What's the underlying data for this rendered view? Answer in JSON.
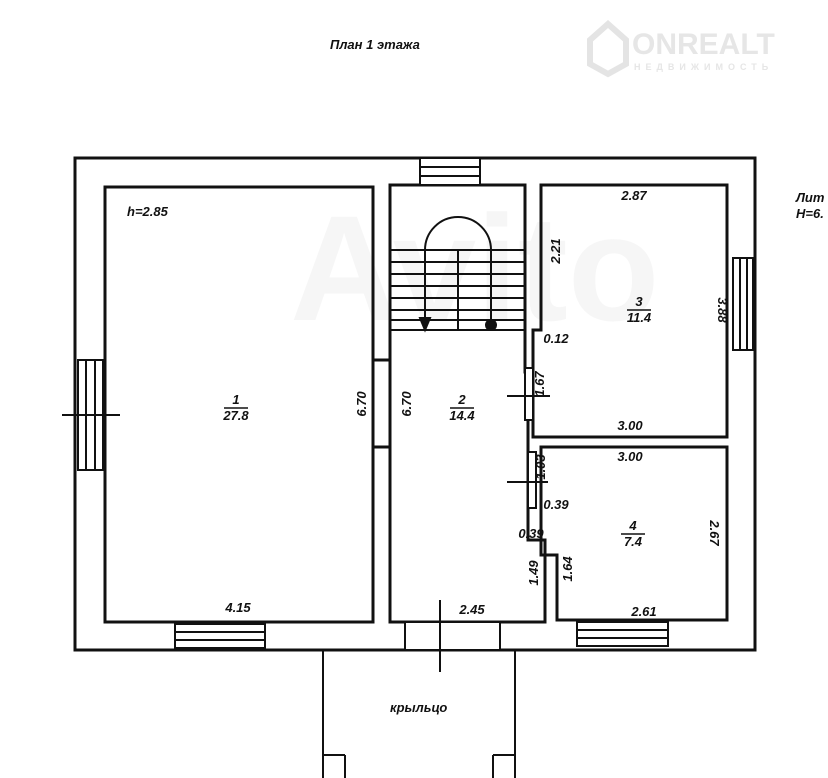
{
  "title": "План 1 этажа",
  "watermark": {
    "brand": "ONREALT",
    "subtitle": "НЕДВИЖИМОСТЬ",
    "overlay": "Avito"
  },
  "lit": {
    "line1": "Лит",
    "line2": "Н=6."
  },
  "rooms": [
    {
      "number": "1",
      "area": "27.8",
      "height": "h=2.85"
    },
    {
      "number": "2",
      "area": "14.4"
    },
    {
      "number": "3",
      "area": "11.4"
    },
    {
      "number": "4",
      "area": "7.4"
    }
  ],
  "dimensions": {
    "r1_width": "4.15",
    "r1_length": "6.70",
    "r2_length": "6.70",
    "r2_width": "2.45",
    "r2_a": "1.67",
    "r2_b": "1.03",
    "r2_c": "0.39",
    "r2_d": "1.49",
    "r3_top": "2.87",
    "r3_right": "3.88",
    "r3_left": "2.21",
    "r3_step": "0.12",
    "r3_bottom": "3.00",
    "r4_top": "3.00",
    "r4_step": "0.39",
    "r4_left": "1.64",
    "r4_right": "2.67",
    "r4_bottom": "2.61"
  },
  "porch_label": "крыльцо"
}
